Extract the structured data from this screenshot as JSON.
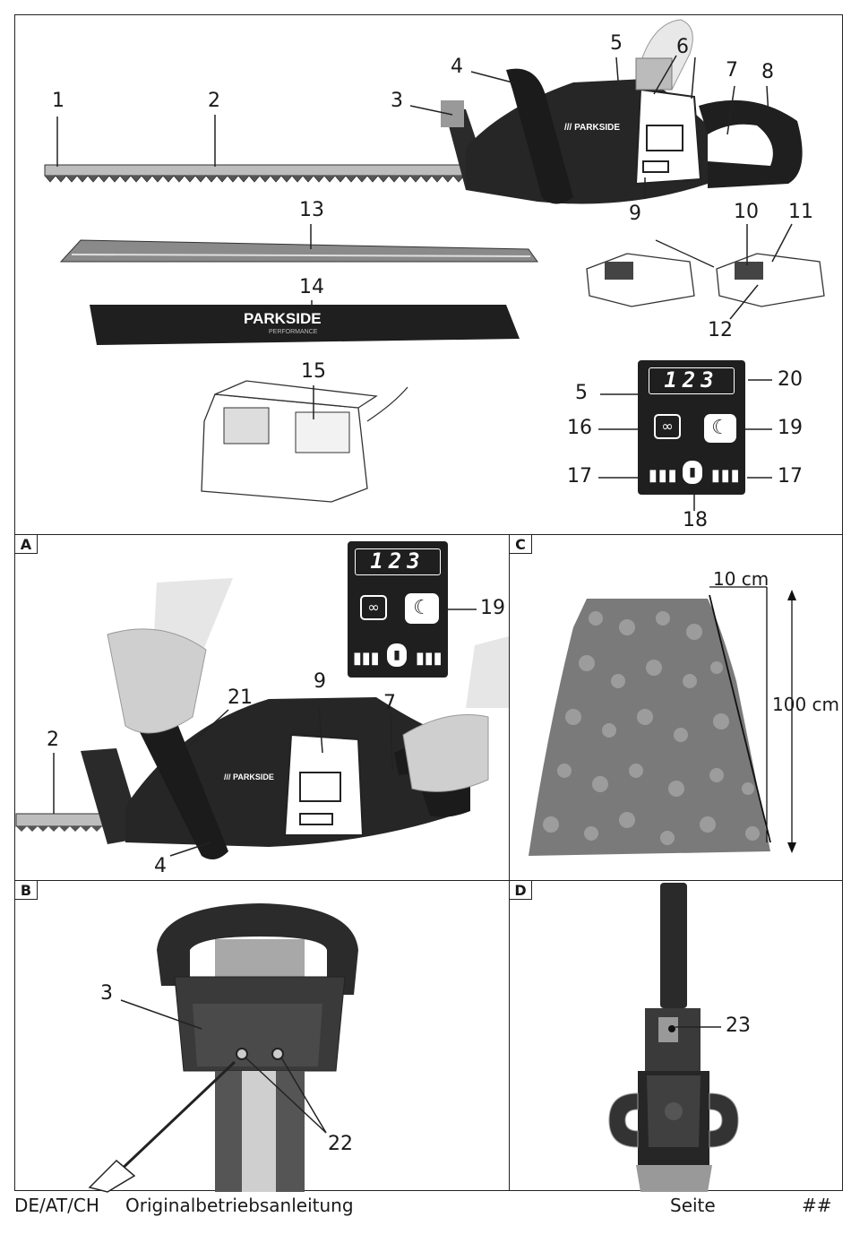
{
  "footer": {
    "language": "DE/AT/CH",
    "title": "Originalbetriebsanleitung",
    "page_label": "Seite",
    "page_number": "##"
  },
  "sections": {
    "a": "A",
    "b": "B",
    "c": "C",
    "d": "D"
  },
  "overview": {
    "labels": [
      "1",
      "2",
      "3",
      "4",
      "5",
      "6",
      "7",
      "8",
      "9",
      "10",
      "11",
      "12",
      "13",
      "14",
      "15"
    ],
    "sheath_brand": "PARKSIDE",
    "sheath_sub": "PERFORMANCE",
    "tool_brand": "PARKSIDE"
  },
  "display": {
    "digits": "123",
    "labels": {
      "l5": "5",
      "l16": "16",
      "l17a": "17",
      "l17b": "17",
      "l18": "18",
      "l19": "19",
      "l20": "20"
    }
  },
  "figure_a": {
    "labels": {
      "l2": "2",
      "l4": "4",
      "l7": "7",
      "l9": "9",
      "l19": "19",
      "l21": "21"
    }
  },
  "figure_b": {
    "labels": {
      "l3": "3",
      "l22": "22"
    }
  },
  "figure_c": {
    "width_label": "10 cm",
    "height_label": "100 cm"
  },
  "figure_d": {
    "labels": {
      "l23": "23"
    }
  }
}
